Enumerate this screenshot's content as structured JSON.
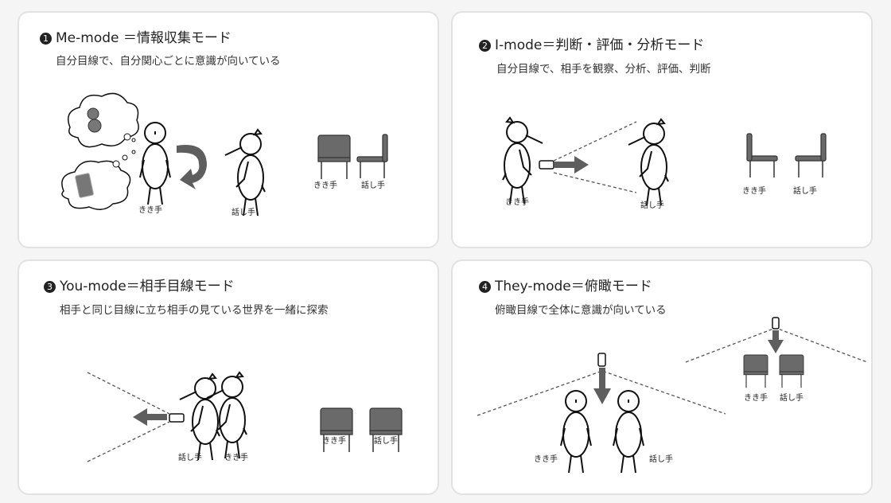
{
  "panels": [
    {
      "number": "1",
      "title": "Me-mode ＝情報収集モード",
      "subtitle": "自分目線で、自分関心ごとに意識が向いている",
      "figure_labels": [
        "きき手",
        "話し手"
      ],
      "chair_labels": [
        "きき手",
        "話し手"
      ]
    },
    {
      "number": "2",
      "title": "I-mode＝判断・評価・分析モード",
      "subtitle": "自分目線で、相手を観察、分析、評価、判断",
      "figure_labels": [
        "きき手",
        "話し手"
      ],
      "chair_labels": [
        "きき手",
        "話し手"
      ]
    },
    {
      "number": "3",
      "title": "You-mode＝相手目線モード",
      "subtitle": "相手と同じ目線に立ち相手の見ている世界を一緒に探索",
      "figure_labels": [
        "話し手",
        "きき手"
      ],
      "chair_labels": [
        "きき手",
        "話し手"
      ]
    },
    {
      "number": "4",
      "title": "They-mode＝俯瞰モード",
      "subtitle": "俯瞰目線で全体に意識が向いている",
      "figure_labels": [
        "きき手",
        "話し手"
      ],
      "chair_labels": [
        "きき手",
        "話し手"
      ]
    }
  ],
  "colors": {
    "chair": "#6a6a6a",
    "arrow": "#5e5e5e",
    "panel_border": "#e2e2e2"
  }
}
